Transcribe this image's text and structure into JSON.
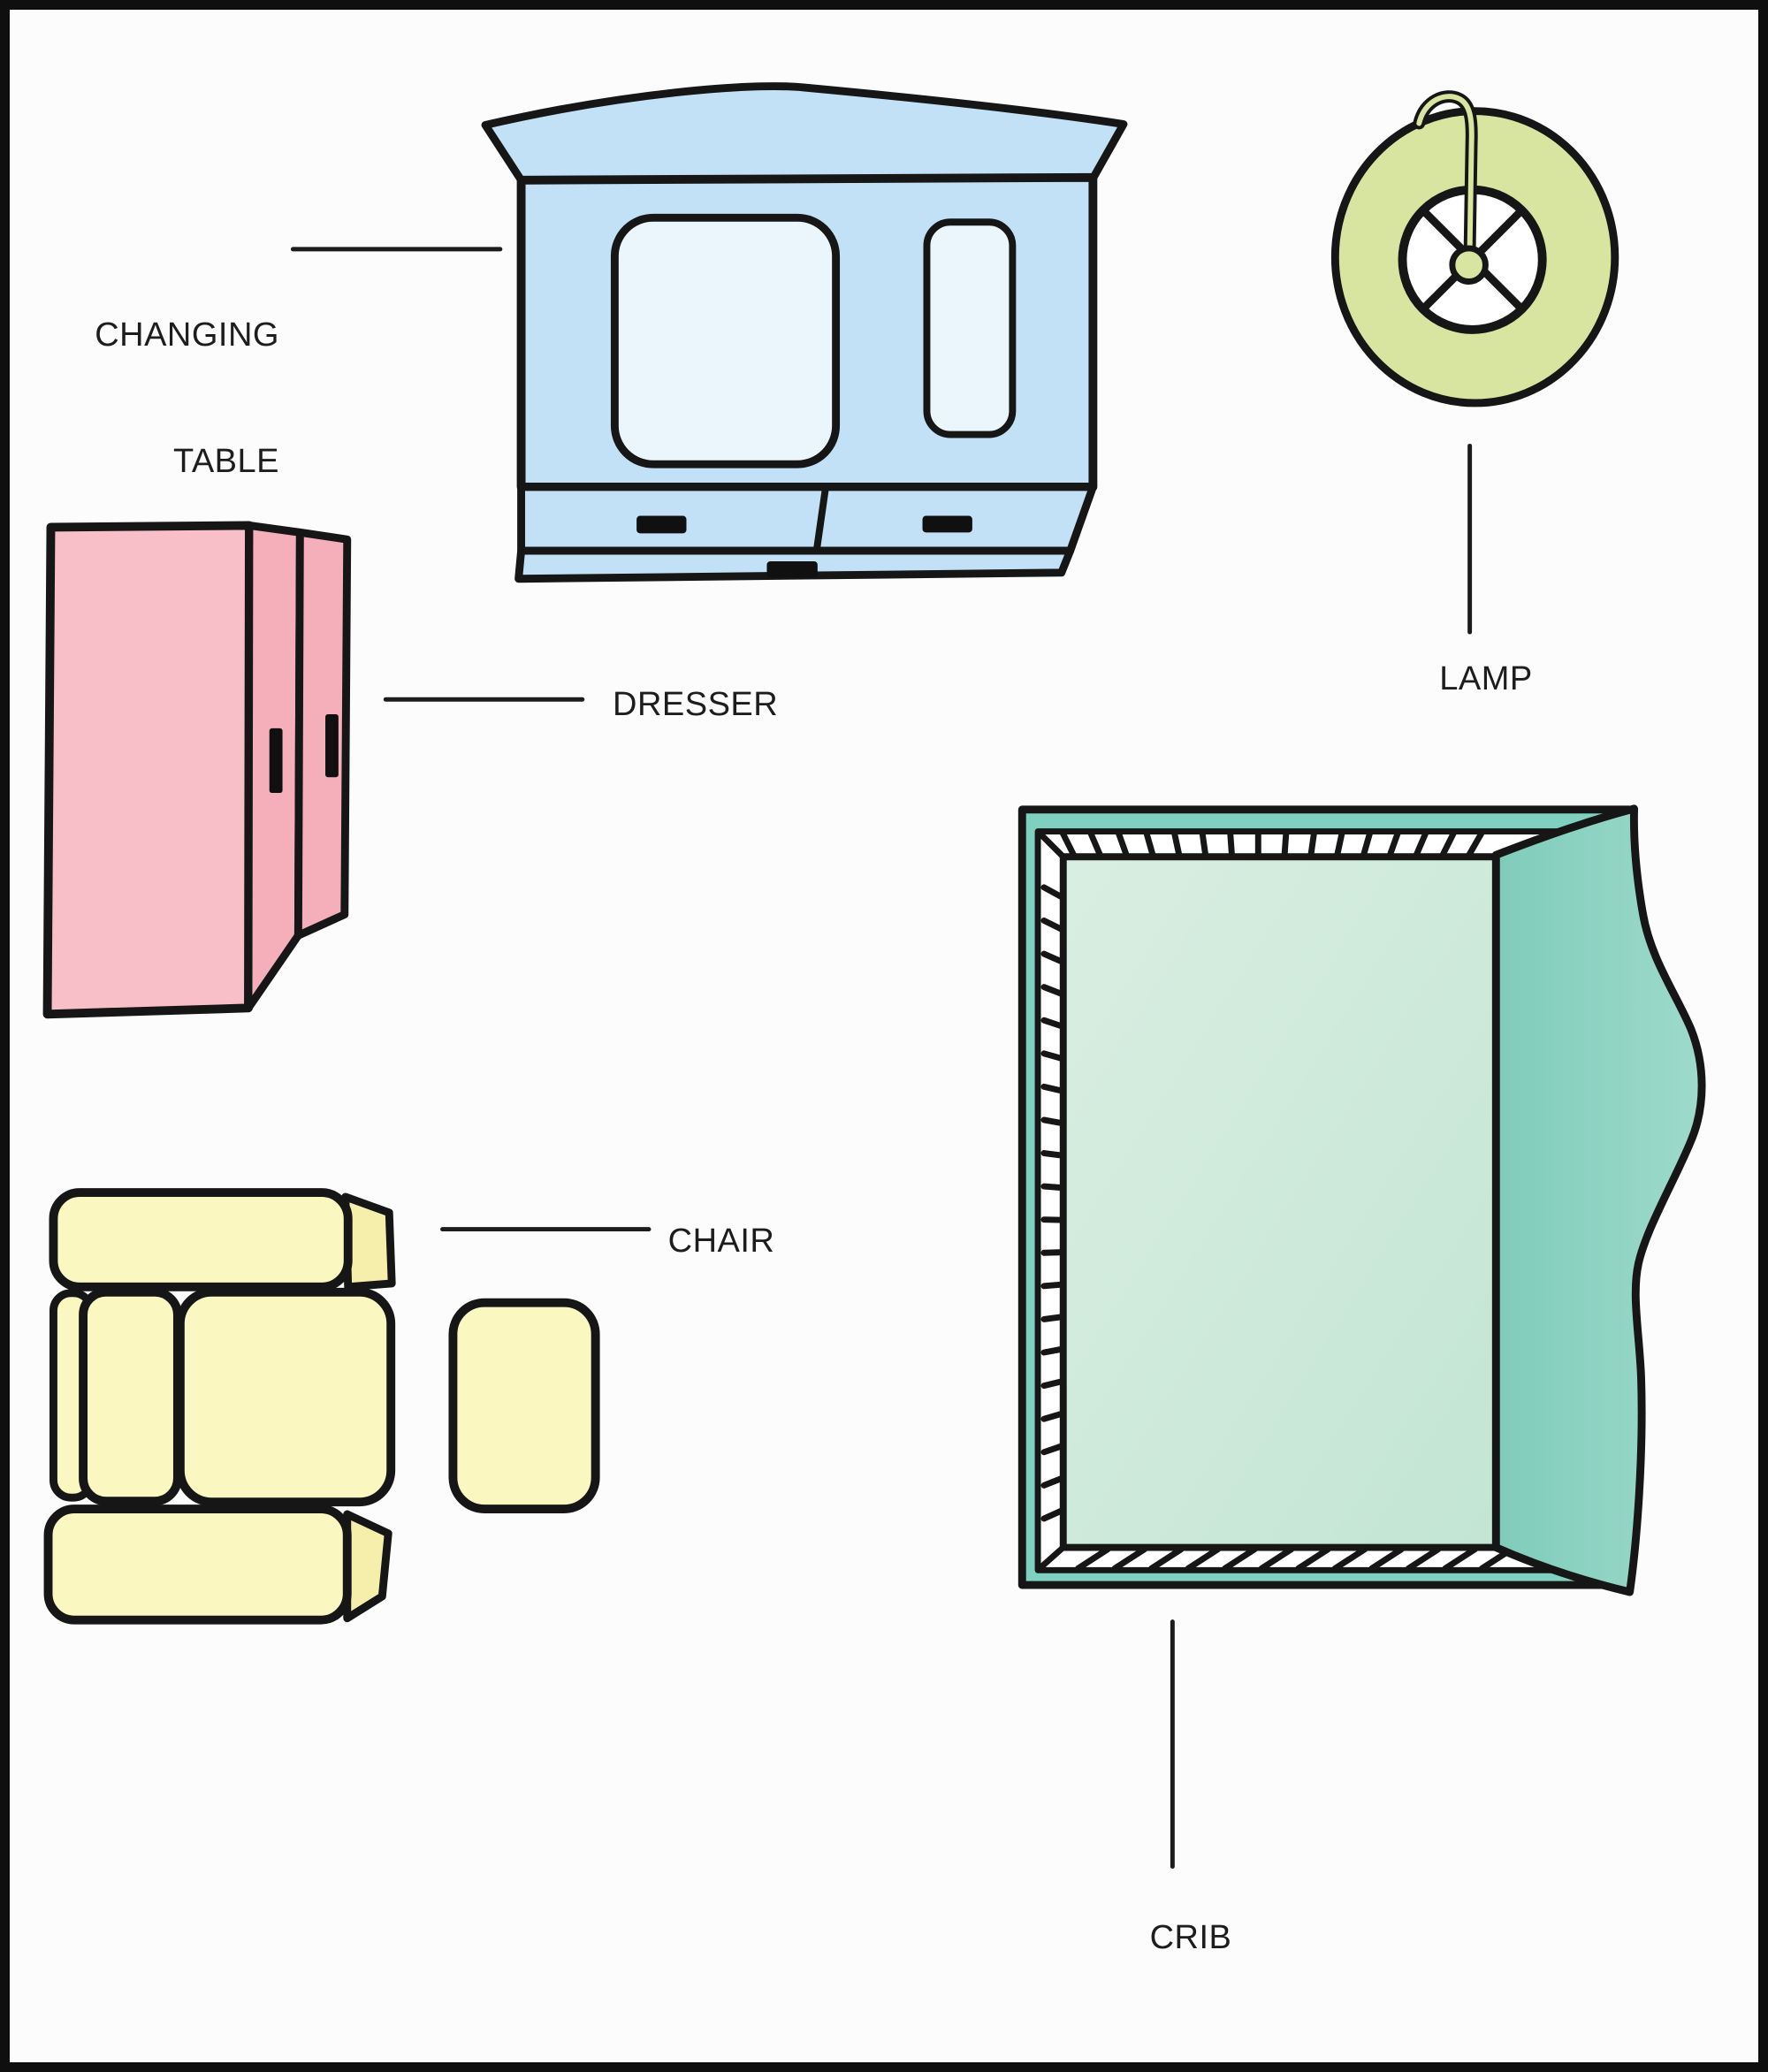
{
  "page": {
    "background": "#fcfcfc",
    "border_color": "#0f0f0f"
  },
  "labels": {
    "changing_table_line1": "CHANGING",
    "changing_table_line2": "TABLE",
    "dresser": "DRESSER",
    "chair": "CHAIR",
    "lamp": "LAMP",
    "crib": "CRIB"
  },
  "colors": {
    "outline": "#161616",
    "leader_line": "#1c1c1c",
    "label_text": "#1d1d1d",
    "changing_table_body": "#c3e1f6",
    "changing_table_panel": "#eaf5fc",
    "handle_black": "#101010",
    "lamp_ring": "#d8e5a0",
    "lamp_hub": "#ffffff",
    "dresser_top": "#f8bfc9",
    "dresser_door": "#f4afbb",
    "chair_cushion": "#fbf7c1",
    "chair_side": "#f5efab",
    "crib_frame": "#7fd0c0",
    "crib_band": "#ffffff",
    "crib_mattress_light": "#d9eee2",
    "crib_mattress_dark": "#c3e5d3",
    "crib_blanket_dark": "#7fccba",
    "crib_blanket_light": "#9edacb"
  }
}
